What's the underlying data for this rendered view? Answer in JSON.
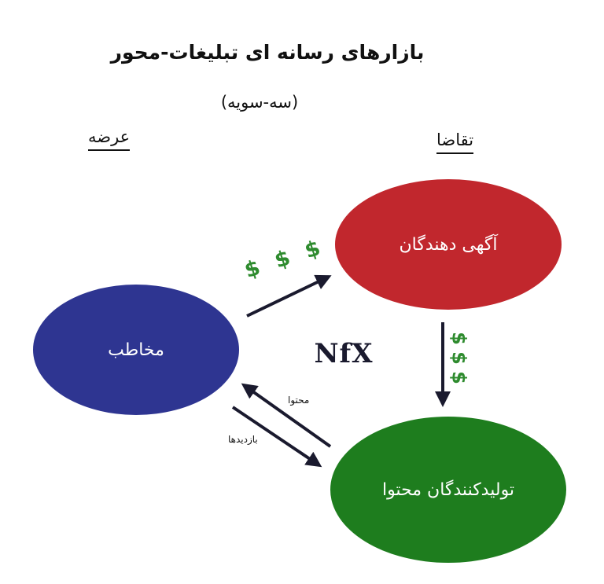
{
  "heading": {
    "title": "بازارهای رسانه ای تبلیغات-محور",
    "subtitle": "(سه-سویه)"
  },
  "sides": {
    "supply_label": "عرضه",
    "demand_label": "تقاضا"
  },
  "nodes": {
    "audience": {
      "label": "مخاطب",
      "color": "#2e3591"
    },
    "advertisers": {
      "label": "آگهی دهندگان",
      "color": "#c1272d"
    },
    "content_producers": {
      "label": "تولیدکنندگان محتوا",
      "color": "#1e7d1e"
    }
  },
  "edges": {
    "audience_to_advertisers": {
      "label": "$ $ $"
    },
    "advertisers_to_producers": {
      "label": "$$$"
    },
    "producers_to_audience": {
      "label": "محتوا"
    },
    "audience_to_producers": {
      "label": "بازدیدها"
    }
  },
  "brand": {
    "logo_text": "NfX"
  },
  "colors": {
    "money": "#2e8b2e",
    "arrow": "#1a1a2e"
  }
}
